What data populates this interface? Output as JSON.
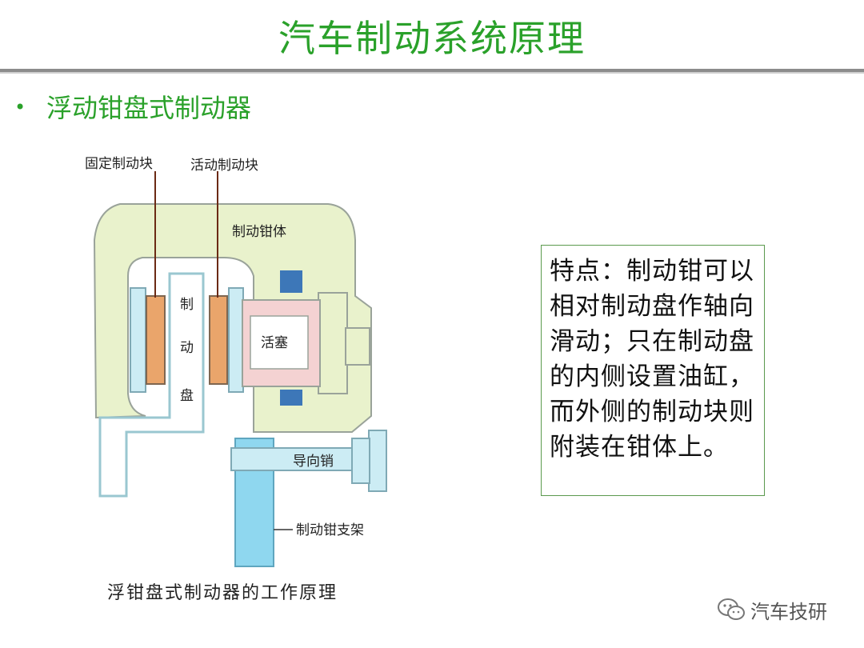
{
  "title": "汽车制动系统原理",
  "bullet": "浮动钳盘式制动器",
  "diagram": {
    "labels": {
      "fixed_pad": "固定制动块",
      "moving_pad": "活动制动块",
      "caliper_body": "制动钳体",
      "disc_char1": "制",
      "disc_char2": "动",
      "disc_char3": "盘",
      "piston": "活塞",
      "guide_pin": "导向销",
      "bracket": "制动钳支架"
    },
    "caption": "浮钳盘式制动器的工作原理",
    "colors": {
      "caliper": "#e9f2cc",
      "cyan": "#ccecf4",
      "pad": "#eaa56b",
      "piston": "#f4d2d2",
      "seal": "#3d77b8",
      "bracket": "#8fd7ef",
      "outline": "#9aa39a"
    }
  },
  "features": {
    "text": "特点：制动钳可以相对制动盘作轴向滑动；只在制动盘的内侧设置油缸，而外侧的制动块则附装在钳体上。"
  },
  "watermark": {
    "icon": "wechat-icon",
    "text": "汽车技研"
  }
}
